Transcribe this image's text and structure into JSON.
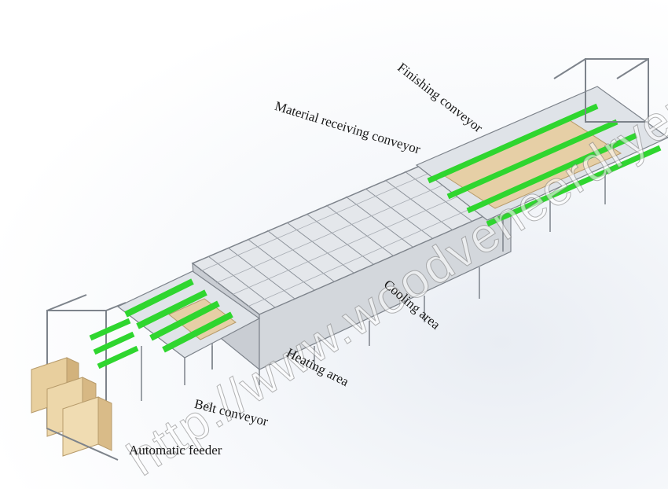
{
  "labels": {
    "automatic_feeder": "Automatic feeder",
    "belt_conveyor": "Belt conveyor",
    "heating_area": "Heating area",
    "cooling_area": "Cooling area",
    "material_receiving_conveyor": "Material receiving conveyor",
    "finishing_conveyor": "Finishing conveyor"
  },
  "watermark": "http://www.woodveneerdryer.com",
  "colors": {
    "belt_green": "#2fd62f",
    "frame_gray": "#8a8f96",
    "veneer_tan": "#e6cfa6",
    "label_text": "#1a1a1a"
  }
}
